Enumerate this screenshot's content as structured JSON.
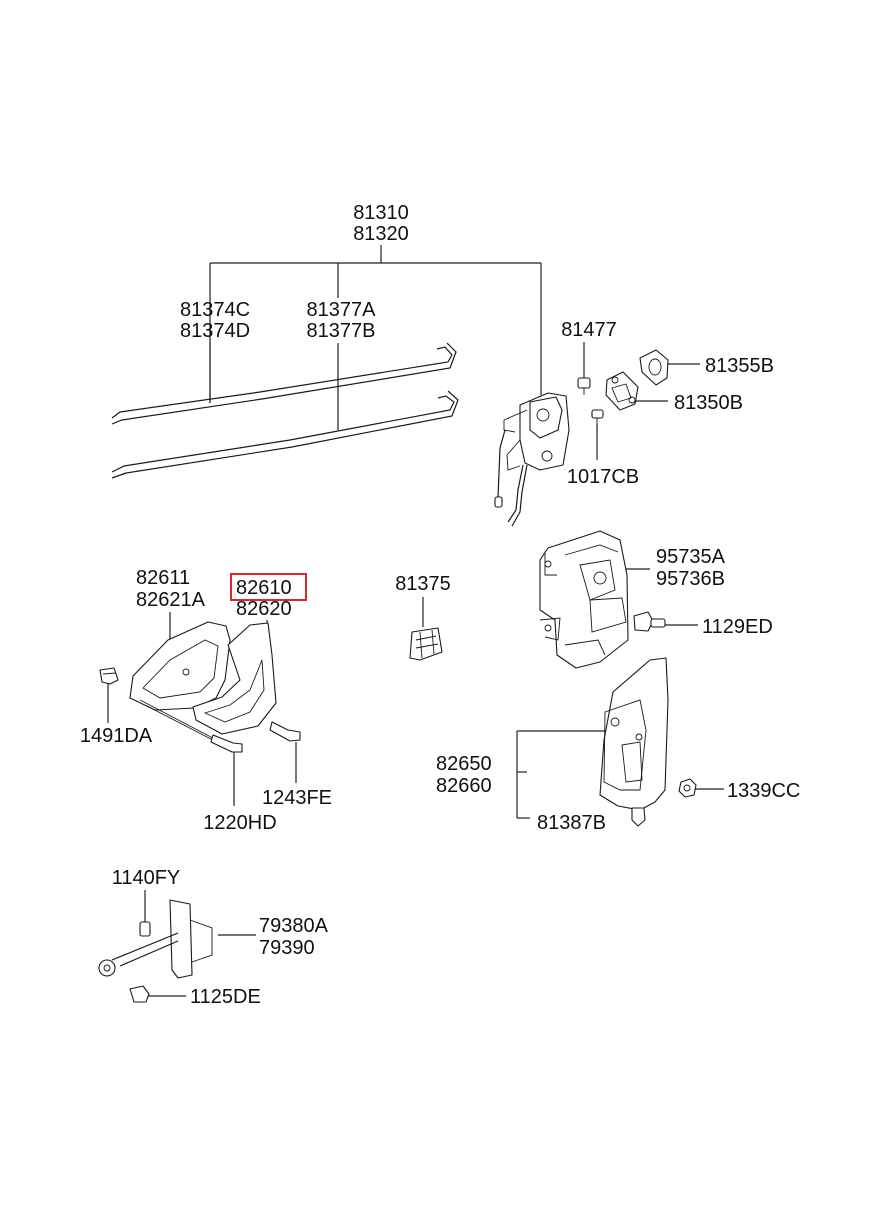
{
  "labels": {
    "p81310": "81310",
    "p81320": "81320",
    "p81374C": "81374C",
    "p81374D": "81374D",
    "p81377A": "81377A",
    "p81377B": "81377B",
    "p81477": "81477",
    "p81355B": "81355B",
    "p81350B": "81350B",
    "p1017CB": "1017CB",
    "p95735A": "95735A",
    "p95736B": "95736B",
    "p1129ED": "1129ED",
    "p82611": "82611",
    "p82621A": "82621A",
    "p82610": "82610",
    "p82620": "82620",
    "p81375": "81375",
    "p1491DA": "1491DA",
    "p1243FE": "1243FE",
    "p1220HD": "1220HD",
    "p82650": "82650",
    "p82660": "82660",
    "p1339CC": "1339CC",
    "p81387B": "81387B",
    "p1140FY": "1140FY",
    "p79380A": "79380A",
    "p79390": "79390",
    "p1125DE": "1125DE"
  },
  "highlight": {
    "part": "82610",
    "color": "#e0262a"
  },
  "colors": {
    "line": "#222222",
    "text": "#111111",
    "background": "#ffffff"
  }
}
